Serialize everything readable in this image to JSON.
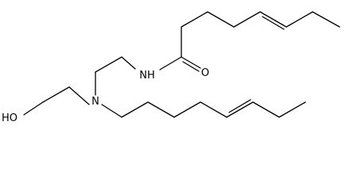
{
  "molecule": {
    "atoms": {
      "nitrogen_amide": "NH",
      "oxygen_carbonyl": "O",
      "nitrogen_amine": "N",
      "hydroxyl": "HO"
    }
  }
}
